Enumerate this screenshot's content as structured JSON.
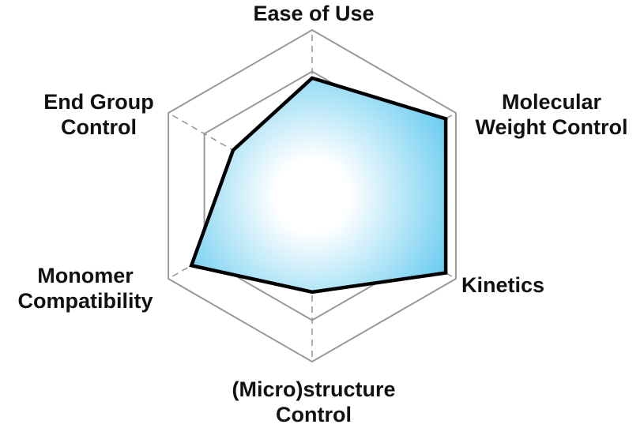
{
  "chart_data": {
    "type": "radar",
    "axes": [
      {
        "name": "Ease of Use",
        "lines": [
          "Ease of Use"
        ],
        "value": 0.71
      },
      {
        "name": "Molecular Weight Control",
        "lines": [
          "Molecular",
          "Weight Control"
        ],
        "value": 0.93
      },
      {
        "name": "Kinetics",
        "lines": [
          "Kinetics"
        ],
        "value": 0.93
      },
      {
        "name": "(Micro)structure Control",
        "lines": [
          "(Micro)structure",
          "Control"
        ],
        "value": 0.58
      },
      {
        "name": "Monomer Compatibility",
        "lines": [
          "Monomer",
          "Compatibility"
        ],
        "value": 0.84
      },
      {
        "name": "End Group Control",
        "lines": [
          "End Group",
          "Control"
        ],
        "value": 0.55
      }
    ],
    "rlim": [
      0,
      1
    ],
    "grid_levels": [
      0.25,
      0.5,
      0.75,
      1.0
    ],
    "colors": {
      "fill_center": "#ffffff",
      "fill_edge": "#58c6ee",
      "outline": "#000000",
      "grid": "#999999",
      "spoke": "#9a9a9a"
    }
  }
}
